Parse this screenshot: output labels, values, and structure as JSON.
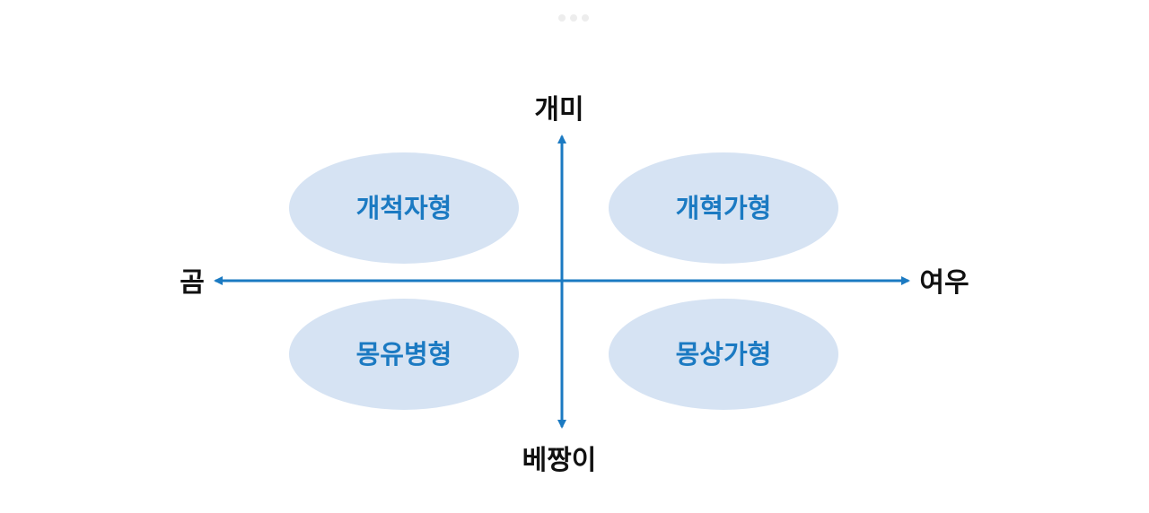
{
  "colors": {
    "axis": "#1b7ac2",
    "ellipse_fill": "#d6e3f3",
    "quadrant_text": "#1b7ac2",
    "axis_text": "#111111"
  },
  "axes": {
    "top": "개미",
    "bottom": "베짱이",
    "left": "곰",
    "right": "여우"
  },
  "quadrants": {
    "top_left": "개척자형",
    "top_right": "개혁가형",
    "bottom_left": "몽유병형",
    "bottom_right": "몽상가형"
  }
}
